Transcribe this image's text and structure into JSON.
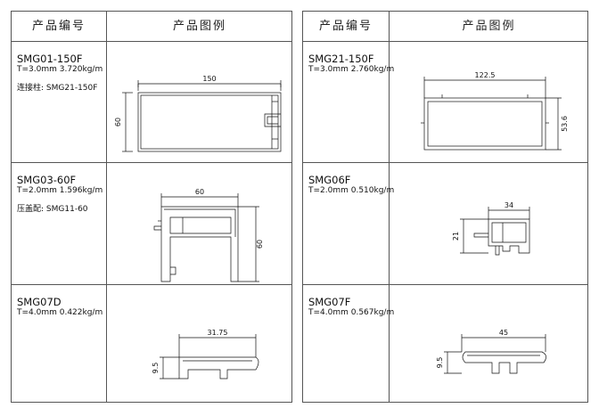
{
  "left_table": {
    "header": {
      "col1": "产品编号",
      "col2": "产品图例"
    },
    "rows": [
      {
        "code": "SMG01-150F",
        "spec": "T=3.0mm  3.720kg/m",
        "note_label": "连接柱:",
        "note_value": "SMG21-150F",
        "dims": {
          "width": "150",
          "height": "60"
        }
      },
      {
        "code": "SMG03-60F",
        "spec": "T=2.0mm  1.596kg/m",
        "note_label": "压盖配:",
        "note_value": "SMG11-60",
        "dims": {
          "width": "60",
          "height": "60"
        }
      },
      {
        "code": "SMG07D",
        "spec": "T=4.0mm  0.422kg/m",
        "dims": {
          "width": "31.75",
          "height": "9.5"
        }
      }
    ]
  },
  "right_table": {
    "header": {
      "col1": "产品编号",
      "col2": "产品图例"
    },
    "rows": [
      {
        "code": "SMG21-150F",
        "spec": "T=3.0mm  2.760kg/m",
        "dims": {
          "width": "122.5",
          "height": "53.6"
        }
      },
      {
        "code": "SMG06F",
        "spec": "T=2.0mm  0.510kg/m",
        "dims": {
          "width": "34",
          "height": "21"
        }
      },
      {
        "code": "SMG07F",
        "spec": "T=4.0mm  0.567kg/m",
        "dims": {
          "width": "45",
          "height": "9.5"
        }
      }
    ]
  }
}
